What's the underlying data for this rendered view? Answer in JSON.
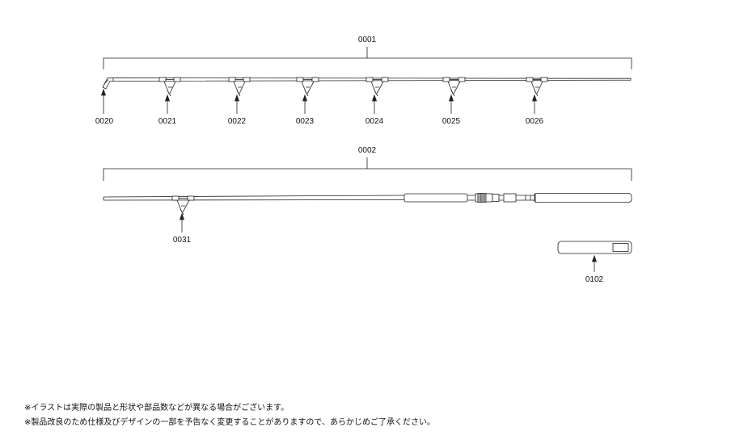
{
  "parts": {
    "assembly_top": "0001",
    "assembly_bottom": "0002",
    "tip_top": "0020",
    "guide_1": "0021",
    "guide_2": "0022",
    "guide_3": "0023",
    "guide_4": "0024",
    "guide_5": "0025",
    "guide_6": "0026",
    "guide_butt": "0031",
    "case": "0102"
  },
  "notes": [
    "※イラストは実際の製品と形状や部品数などが異なる場合がございます。",
    "※製品改良のため仕様及びデザインの一部を予告なく変更することがありますので、あらかじめご了承ください。"
  ],
  "colors": {
    "line": "#222222"
  }
}
